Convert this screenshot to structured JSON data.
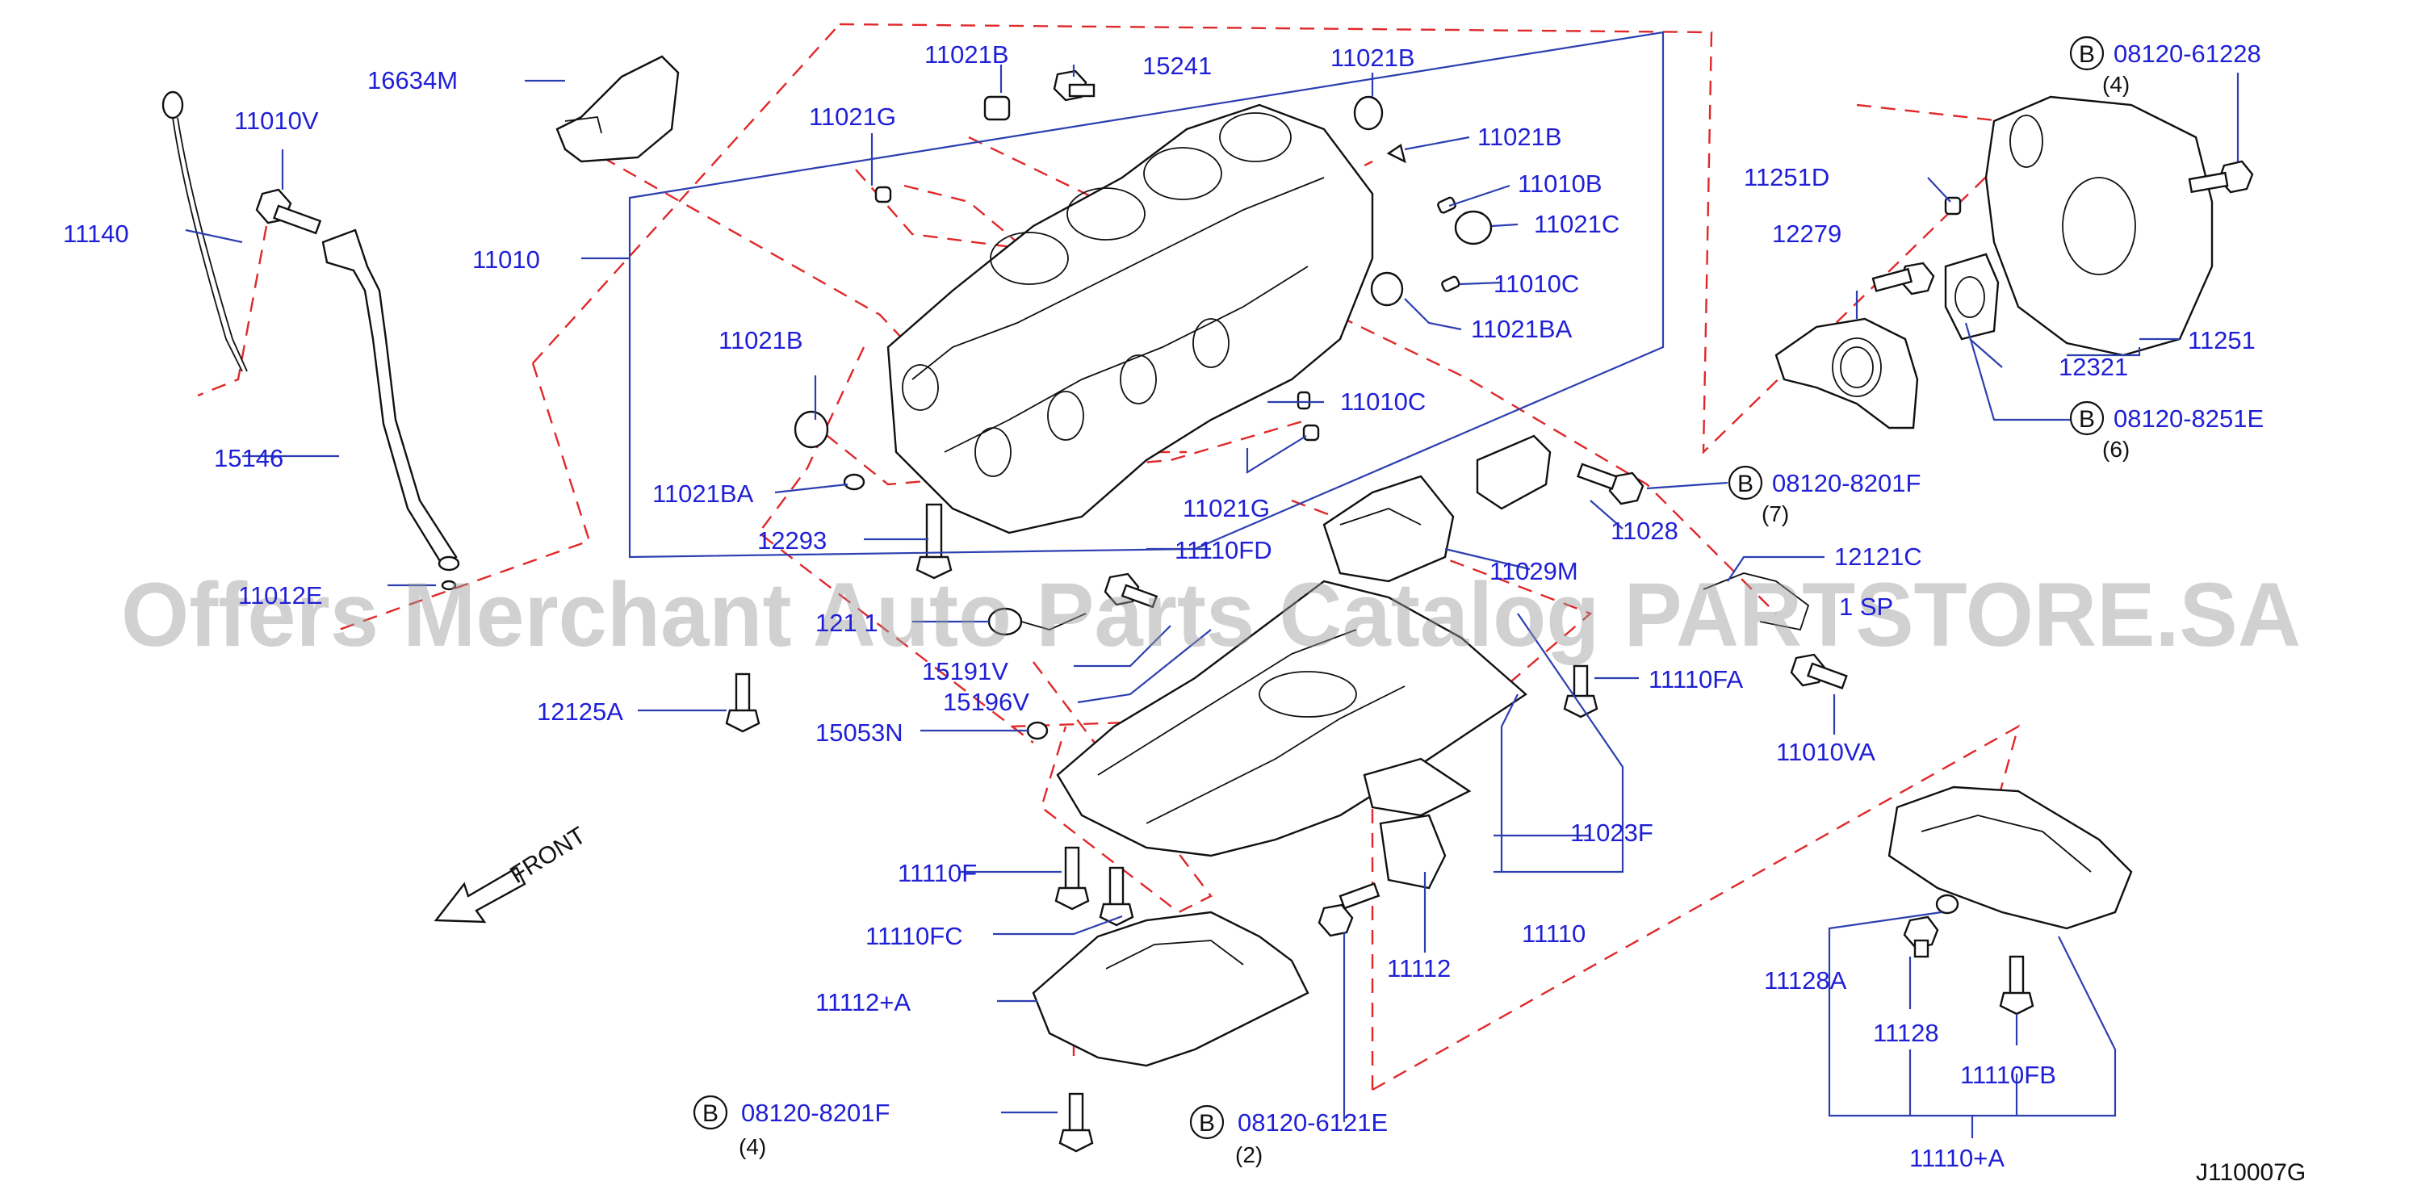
{
  "diagram": {
    "code": "J110007G",
    "watermark": "Offers Merchant Auto Parts Catalog PARTSTORE.SA",
    "front_label": "FRONT",
    "bolt_symbol": "B",
    "parts": {
      "p16634M": "16634M",
      "p11021B_top": "11021B",
      "p15241": "15241",
      "p11021B_top2": "11021B",
      "p11021G_top": "11021G",
      "p11021B_r1": "11021B",
      "p11010V": "11010V",
      "p11010B": "11010B",
      "p11140": "11140",
      "p11021C": "11021C",
      "p11010": "11010",
      "p11010C_r": "11010C",
      "p11021BA_r": "11021BA",
      "p11021B_l": "11021B",
      "p11010C_m": "11010C",
      "p15146": "15146",
      "p11021G_m": "11021G",
      "p11021BA_l": "11021BA",
      "p12293": "12293",
      "p11110FD": "11110FD",
      "p11012E": "11012E",
      "p12121_partial": "121 1",
      "p15191V": "15191V",
      "p12125A": "12125A",
      "p15196V": "15196V",
      "p15053N": "15053N",
      "p11110F": "11110F",
      "p11110FC": "11110FC",
      "p11112A": "11112+A",
      "p11112": "11112",
      "p11110": "11110",
      "p11023F": "11023F",
      "p11028": "11028",
      "p11029M": "11029M",
      "p12121C": "12121C",
      "p1_SP": "1 SP",
      "p11110FA": "11110FA",
      "p11010VA": "11010VA",
      "p11251D": "11251D",
      "p12279": "12279",
      "p12321": "12321",
      "p11251": "11251",
      "p11128A": "11128A",
      "p11128": "11128",
      "p11110FB": "11110FB",
      "p11110A": "11110+A"
    },
    "bolts": {
      "b1": {
        "number": "08120-61228",
        "qty": "(4)"
      },
      "b2": {
        "number": "08120-8251E",
        "qty": "(6)"
      },
      "b3": {
        "number": "08120-8201F",
        "qty": "(7)"
      },
      "b4": {
        "number": "08120-8201F",
        "qty": "(4)"
      },
      "b5": {
        "number": "08120-6121E",
        "qty": "(2)"
      }
    }
  }
}
